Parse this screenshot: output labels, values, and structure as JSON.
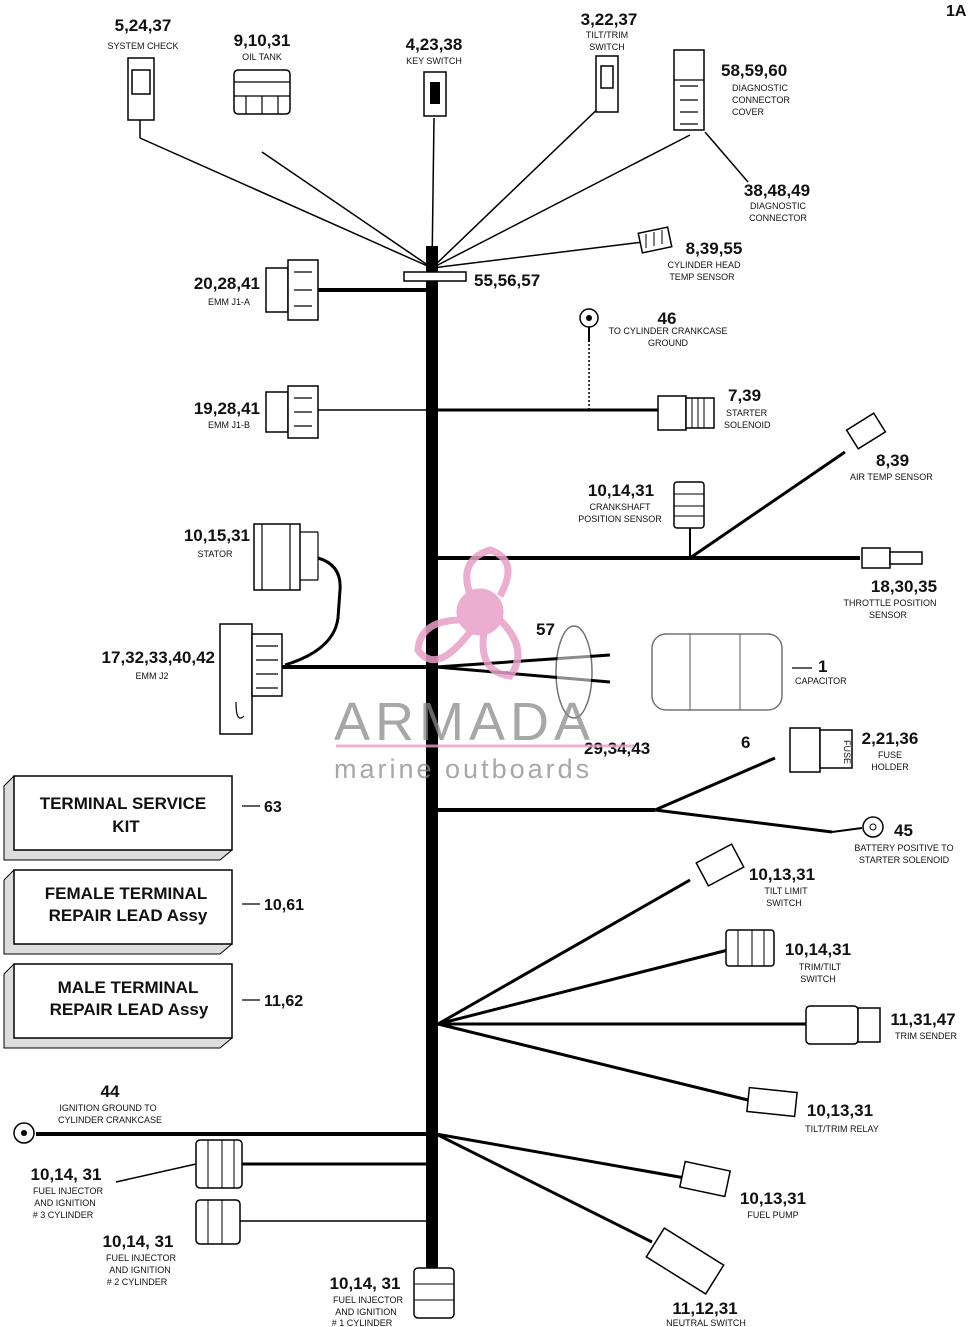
{
  "page_label": "1A",
  "components": [
    {
      "ref": "5,24,37",
      "lines": [
        "SYSTEM CHECK"
      ]
    },
    {
      "ref": "9,10,31",
      "lines": [
        "OIL TANK"
      ]
    },
    {
      "ref": "4,23,38",
      "lines": [
        "KEY SWITCH"
      ]
    },
    {
      "ref": "3,22,37",
      "lines": [
        "TILT/TRIM",
        "SWITCH"
      ]
    },
    {
      "ref": "58,59,60",
      "lines": [
        "DIAGNOSTIC",
        "CONNECTOR",
        "COVER"
      ]
    },
    {
      "ref": "38,48,49",
      "lines": [
        "DIAGNOSTIC",
        "CONNECTOR"
      ]
    },
    {
      "ref": "8,39,55",
      "lines": [
        "CYLINDER HEAD",
        "TEMP SENSOR"
      ]
    },
    {
      "ref": "20,28,41",
      "lines": [
        "EMM J1-A"
      ]
    },
    {
      "ref": "55,56,57",
      "lines": []
    },
    {
      "ref": "46",
      "lines": [
        "TO CYLINDER CRANKCASE",
        "GROUND"
      ]
    },
    {
      "ref": "19,28,41",
      "lines": [
        "EMM J1-B"
      ]
    },
    {
      "ref": "7,39",
      "lines": [
        "STARTER",
        "SOLENOID"
      ]
    },
    {
      "ref": "8,39",
      "lines": [
        "AIR TEMP SENSOR"
      ]
    },
    {
      "ref": "10,14,31",
      "lines": [
        "CRANKSHAFT",
        "POSITION SENSOR"
      ]
    },
    {
      "ref": "10,15,31",
      "lines": [
        "STATOR"
      ]
    },
    {
      "ref": "18,30,35",
      "lines": [
        "THROTTLE POSITION",
        "SENSOR"
      ]
    },
    {
      "ref": "57",
      "lines": []
    },
    {
      "ref": "17,32,33,40,42",
      "lines": [
        "EMM J2"
      ]
    },
    {
      "ref": "1",
      "lines": [
        "CAPACITOR"
      ]
    },
    {
      "ref": "29,34,43",
      "lines": []
    },
    {
      "ref": "6",
      "lines": []
    },
    {
      "ref": "2,21,36",
      "lines": [
        "FUSE",
        "HOLDER"
      ]
    },
    {
      "ref": "45",
      "lines": [
        "BATTERY POSITIVE TO",
        "STARTER SOLENOID"
      ]
    },
    {
      "ref": "10,13,31",
      "lines": [
        "TILT LIMIT",
        "SWITCH"
      ]
    },
    {
      "ref": "10,14,31",
      "lines": [
        "TRIM/TILT",
        "SWITCH"
      ]
    },
    {
      "ref": "11,31,47",
      "lines": [
        "TRIM SENDER"
      ]
    },
    {
      "ref": "10,13,31",
      "lines": [
        "TILT/TRIM RELAY"
      ]
    },
    {
      "ref": "44",
      "lines": [
        "IGNITION GROUND TO",
        "CYLINDER CRANKCASE"
      ]
    },
    {
      "ref": "10,14, 31",
      "lines": [
        "FUEL INJECTOR",
        "AND IGNITION",
        "# 3 CYLINDER"
      ]
    },
    {
      "ref": "10,14, 31",
      "lines": [
        "FUEL INJECTOR",
        "AND IGNITION",
        "# 2 CYLINDER"
      ]
    },
    {
      "ref": "10,13,31",
      "lines": [
        "FUEL PUMP"
      ]
    },
    {
      "ref": "10,14, 31",
      "lines": [
        "FUEL INJECTOR",
        "AND IGNITION",
        "# 1 CYLINDER"
      ]
    },
    {
      "ref": "11,12,31",
      "lines": [
        "NEUTRAL SWITCH"
      ]
    }
  ],
  "kits": [
    {
      "lines": [
        "TERMINAL SERVICE",
        "KIT"
      ],
      "ref": "63"
    },
    {
      "lines": [
        "FEMALE TERMINAL",
        "REPAIR LEAD Assy"
      ],
      "ref": "10,61"
    },
    {
      "lines": [
        "MALE TERMINAL",
        "REPAIR LEAD Assy"
      ],
      "ref": "11,62"
    }
  ],
  "watermark": {
    "brand": "ARMADA",
    "tagline": "marine outboards",
    "color": "#e8a0c8"
  }
}
